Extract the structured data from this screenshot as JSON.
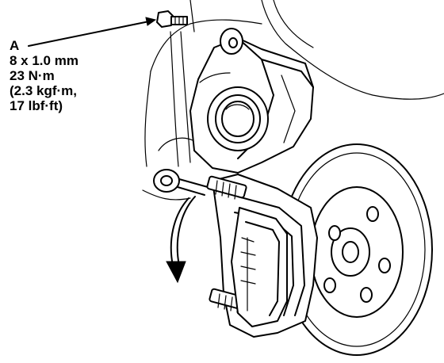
{
  "callout": {
    "letter": "A",
    "size": "8 x 1.0 mm",
    "torque_nm": "23 N·m",
    "torque_kgf": "(2.3 kgf·m,",
    "torque_lbf": "17 lbf·ft)"
  }
}
